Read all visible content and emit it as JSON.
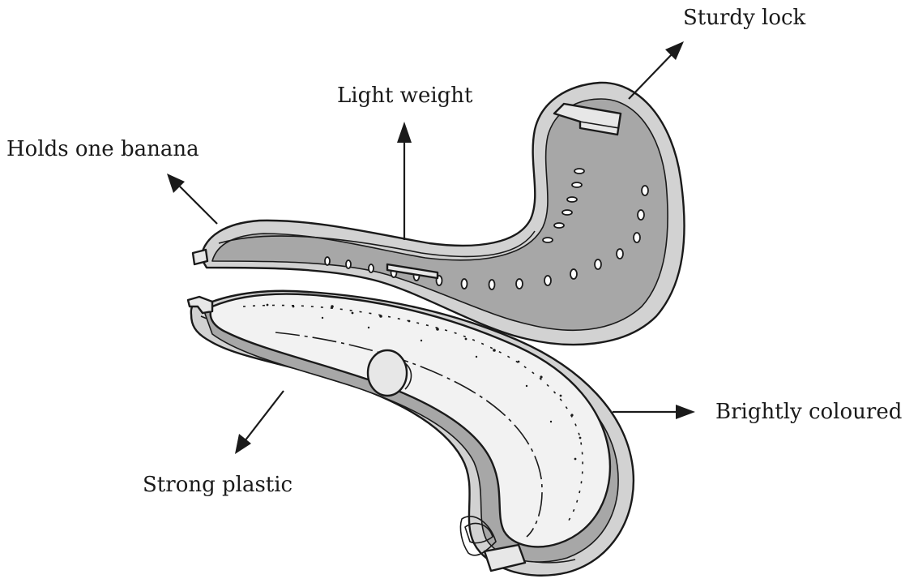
{
  "labels": {
    "sturdy_lock": "Sturdy lock",
    "light_weight": "Light weight",
    "holds_one_banana": "Holds one banana",
    "brightly_coloured": "Brightly coloured",
    "strong_plastic": "Strong plastic"
  },
  "colors": {
    "ink": "#1a1a1a",
    "shell_outer": "#d2d2d2",
    "shell_inner": "#a7a7a7",
    "banana": "#f2f2f2",
    "background": "#ffffff"
  }
}
